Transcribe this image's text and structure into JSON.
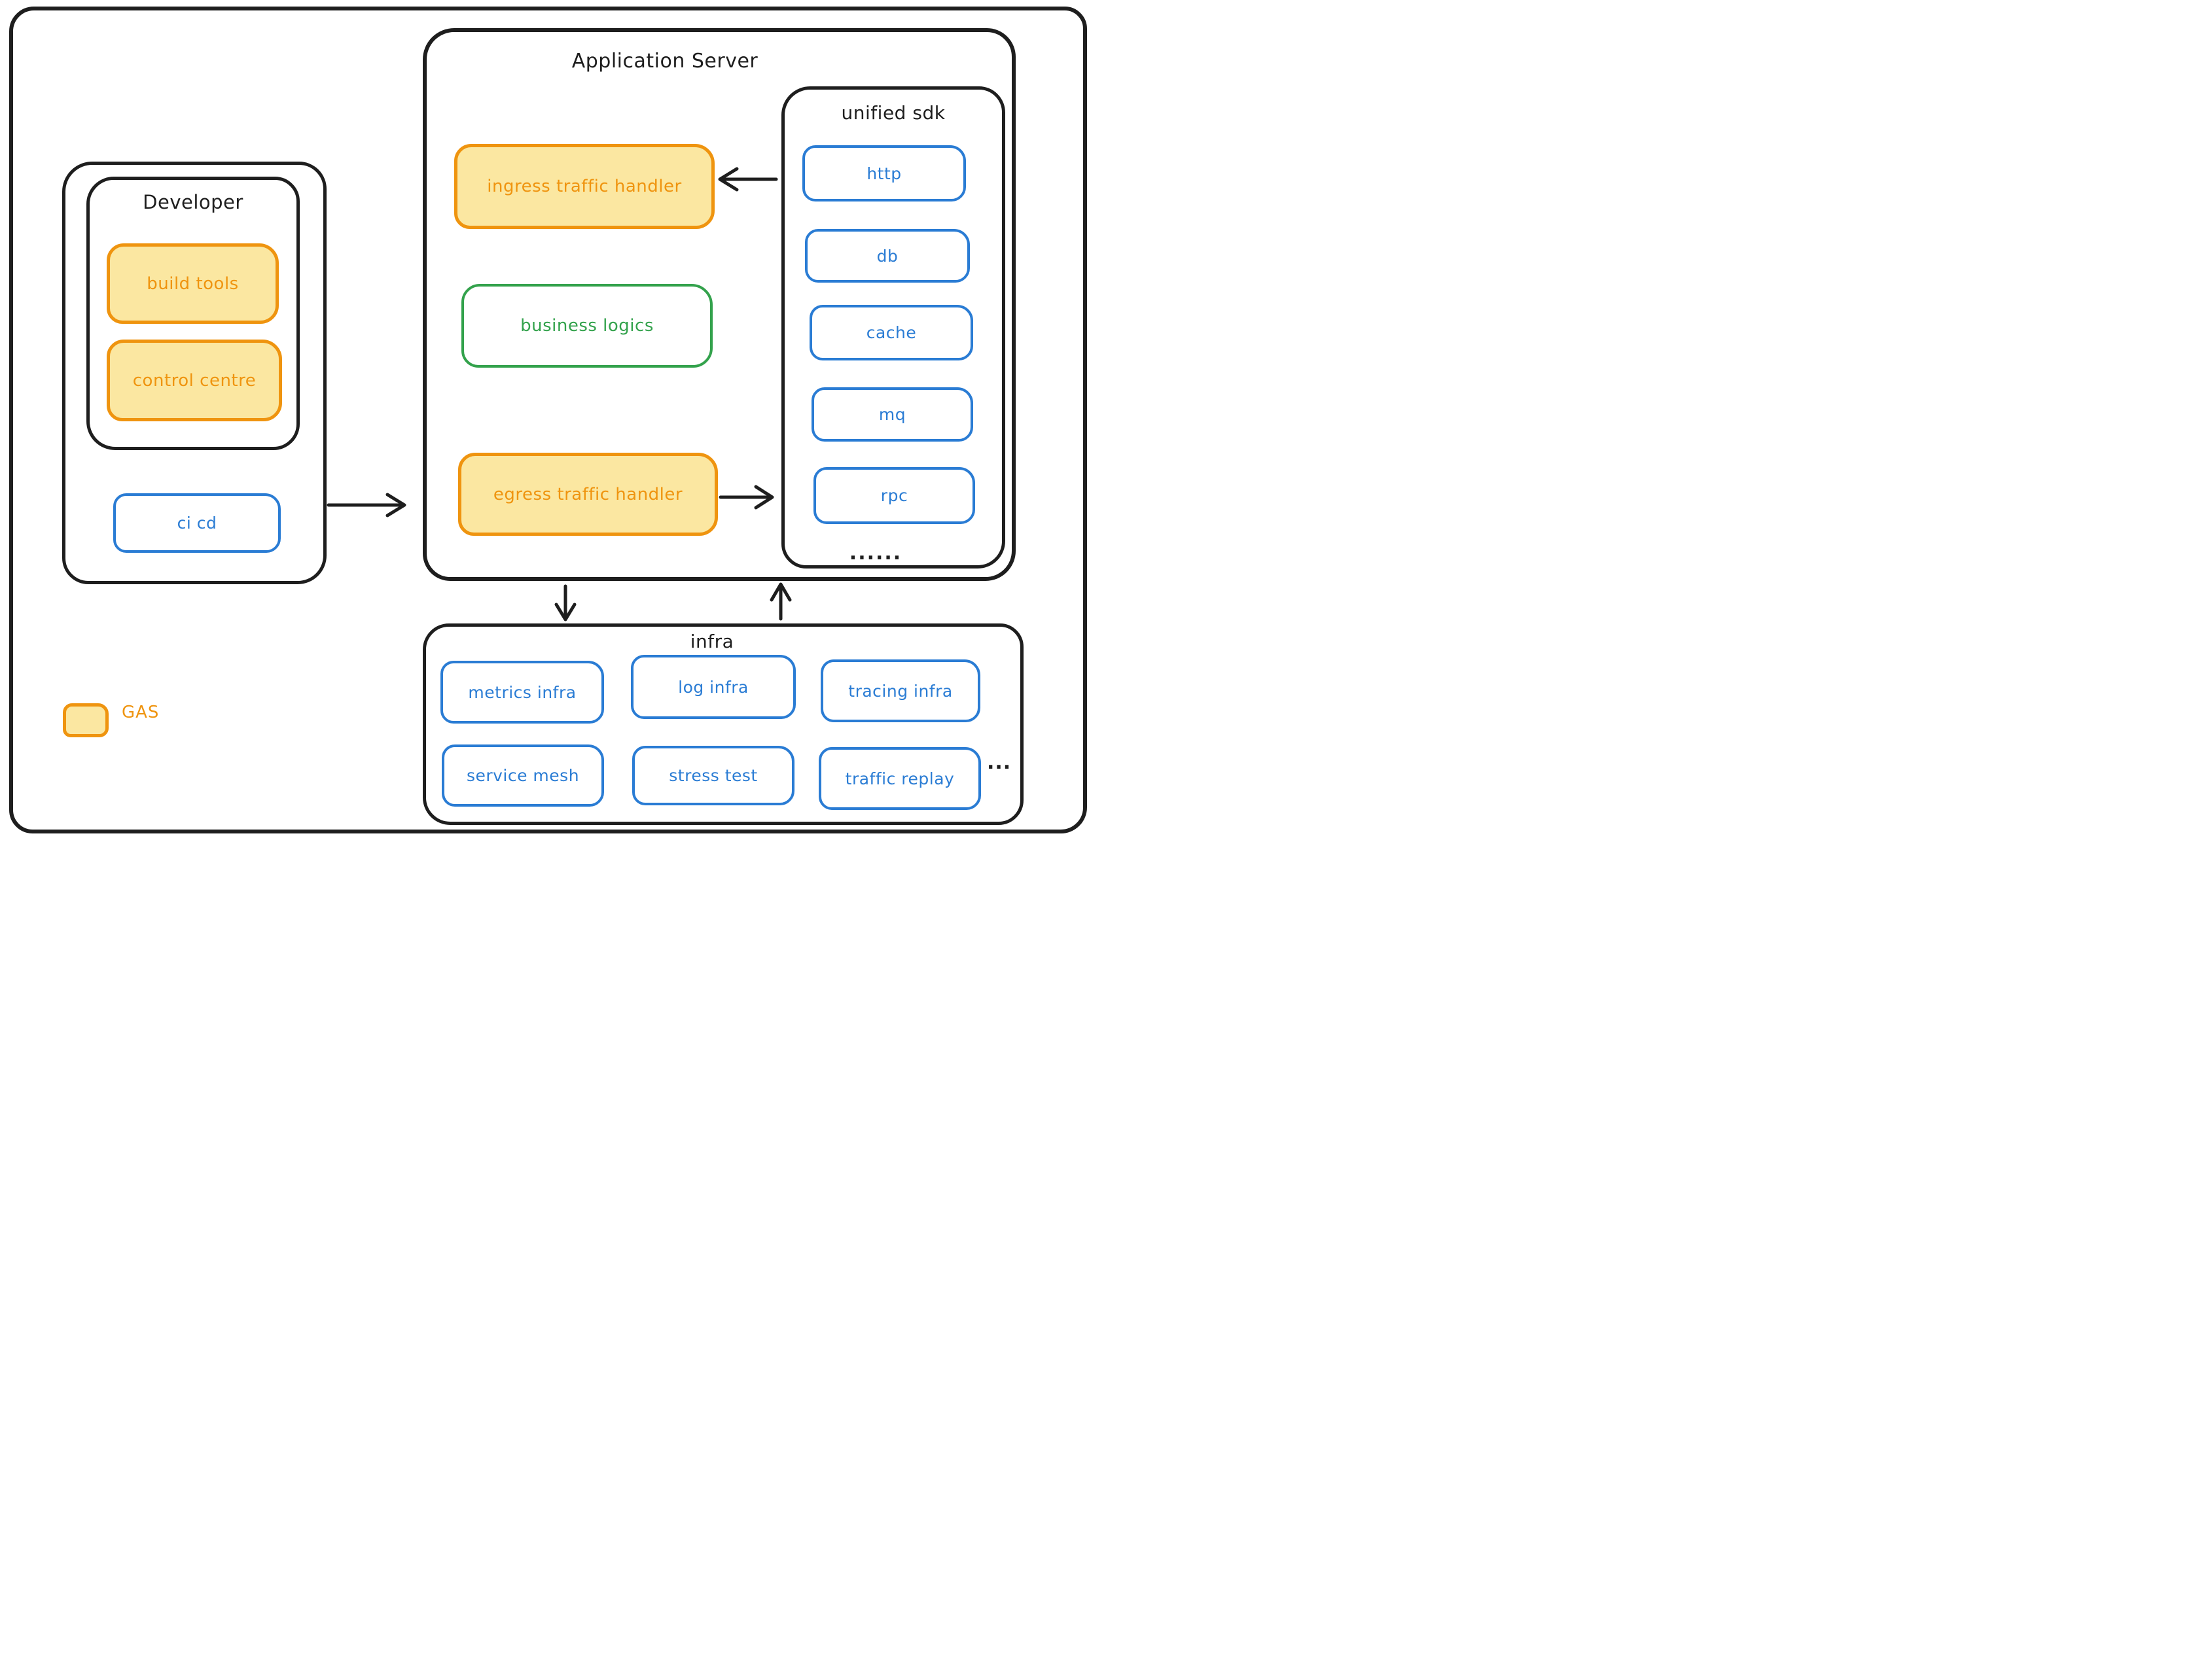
{
  "developer": {
    "title": "Developer",
    "build_tools": "build tools",
    "control_centre": "control centre",
    "ci_cd": "ci cd"
  },
  "app_server": {
    "title": "Application Server",
    "ingress": "ingress traffic handler",
    "business": "business logics",
    "egress": "egress traffic handler",
    "unified_sdk": {
      "title": "unified sdk",
      "items": [
        "http",
        "db",
        "cache",
        "mq",
        "rpc"
      ],
      "ellipsis": "......"
    }
  },
  "infra": {
    "title": "infra",
    "items": [
      "metrics infra",
      "log infra",
      "tracing infra",
      "service mesh",
      "stress test",
      "traffic replay"
    ],
    "ellipsis": "..."
  },
  "legend": {
    "label": "GAS"
  },
  "colors": {
    "ink": "#1e1e1e",
    "orange_stroke": "#ef940f",
    "yellow_fill": "#fbe7a1",
    "blue": "#2a7cd4",
    "green": "#33a24c"
  }
}
